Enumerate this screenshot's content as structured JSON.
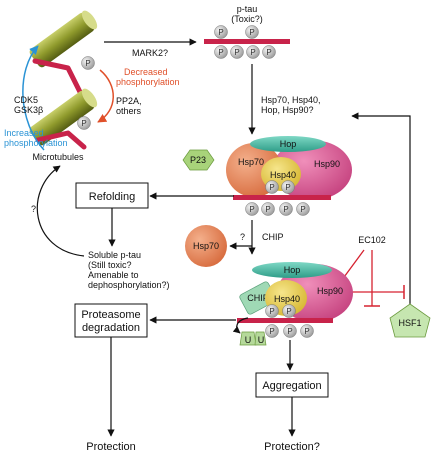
{
  "colors": {
    "tau_red": "#c8234a",
    "microtubule_olive": "#8f9a2c",
    "hop_teal": "#3fb8a3",
    "hsp70_orange": "#e8865b",
    "hsp40_yellow": "#e6cf4c",
    "hsp90_pink": "#d9538f",
    "p23_green": "#a8d37a",
    "hsf1_green": "#c6e6b0",
    "chip_green": "#9fd9b5",
    "ubiquitin_green": "#b5d99a",
    "phospho_gray": "#c9c9c9",
    "blue_label": "#2a93d5",
    "orange_label": "#e0502a",
    "inhibit_red": "#d62230"
  },
  "labels": {
    "ptau_line1": "p-tau",
    "ptau_line2": "(Toxic?)",
    "mark2": "MARK2?",
    "decreased_line1": "Decreased",
    "decreased_line2": "phosphorylation",
    "pp2a_line1": "PP2A,",
    "pp2a_line2": "others",
    "cdk5": "CDK5",
    "gsk3b": "GSK3β",
    "increased_line1": "Increased",
    "increased_line2": "phosphorylation",
    "microtubules": "Microtubules",
    "chaperones_line1": "Hsp70, Hsp40,",
    "chaperones_line2": "Hop, Hsp90?",
    "hop": "Hop",
    "hsp70": "Hsp70",
    "hsp40": "Hsp40",
    "hsp90": "Hsp90",
    "p23": "P23",
    "refolding": "Refolding",
    "question": "?",
    "soluble_line1": "Soluble p-tau",
    "soluble_line2": "(Still toxic?",
    "soluble_line3": "Amenable to",
    "soluble_line4": "dephosphorylation?)",
    "chip": "CHIP",
    "ec102": "EC102",
    "proteasome_line1": "Proteasome",
    "proteasome_line2": "degradation",
    "ubiquitin": "U",
    "hsf1": "HSF1",
    "aggregation": "Aggregation",
    "protection": "Protection",
    "protection_q": "Protection?",
    "phospho": "P"
  }
}
